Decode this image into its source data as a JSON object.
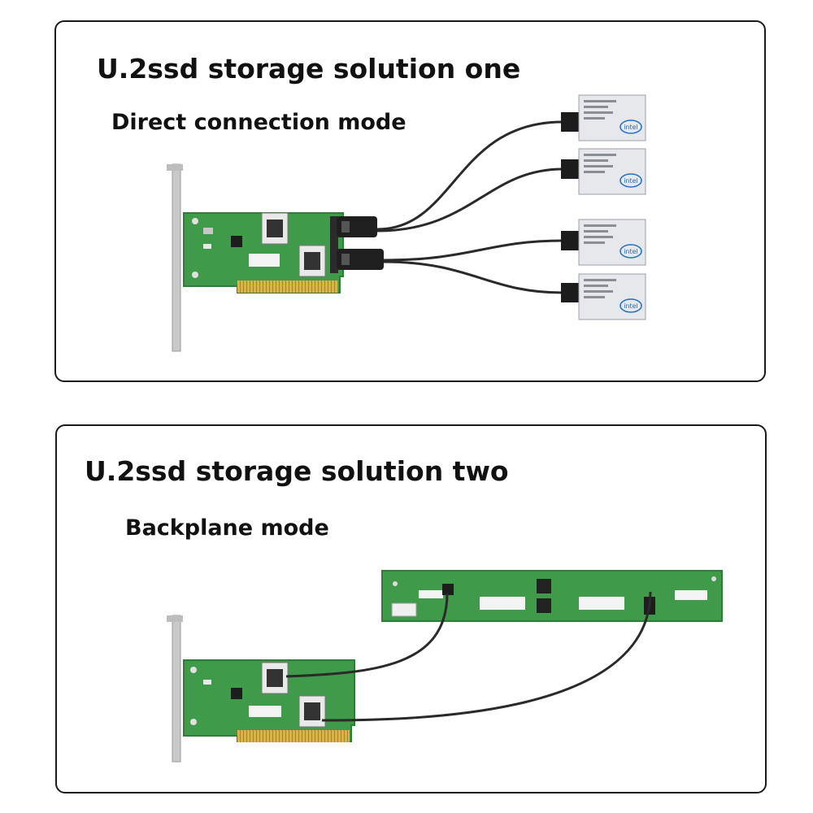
{
  "panel_one": {
    "title": "U.2ssd storage solution one",
    "subtitle": "Direct connection mode",
    "ssd_brand": "intel"
  },
  "panel_two": {
    "title": "U.2ssd storage solution two",
    "subtitle": "Backplane mode"
  },
  "colors": {
    "pcb_green": "#3f9a4a",
    "pcb_dark": "#2e7d38",
    "gold_finger": "#d8b24a",
    "bracket": "#c9c9c9",
    "cable": "#2a2a2a",
    "ssd_body": "#e6e8ec",
    "intel_blue": "#1f6fc0"
  }
}
